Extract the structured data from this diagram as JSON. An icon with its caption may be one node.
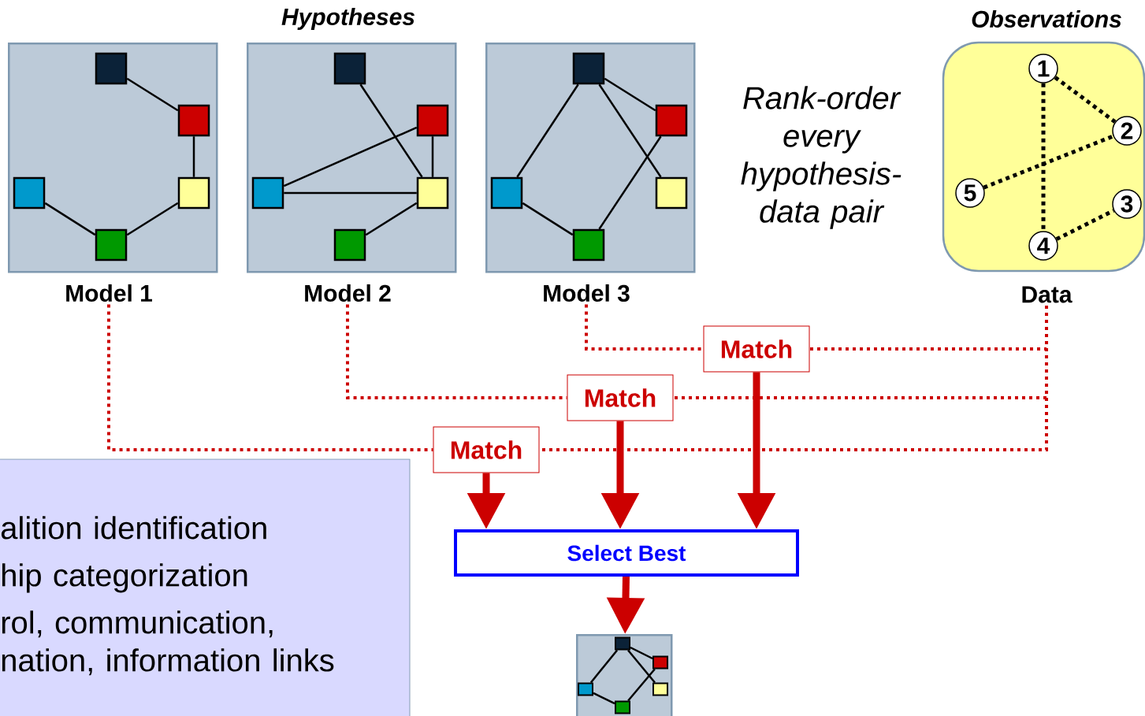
{
  "diagram": {
    "nodes": [
      {
        "text": [
          "Model 1"
        ]
      },
      {
        "text": [],
        "shape": "box",
        "in": 0
      },
      {
        "text": [],
        "shape": "box",
        "in": 0
      },
      {
        "text": [],
        "shape": "box",
        "in": 0
      },
      {
        "text": [],
        "shape": "box",
        "in": 0
      },
      {
        "text": [],
        "shape": "box",
        "in": 0
      },
      {
        "text": [
          "Model 2"
        ]
      },
      {
        "text": [],
        "shape": "box",
        "in": 6
      },
      {
        "text": [],
        "shape": "box",
        "in": 6
      },
      {
        "text": [],
        "shape": "box",
        "in": 6
      },
      {
        "text": [],
        "shape": "box",
        "in": 6
      },
      {
        "text": [],
        "shape": "box",
        "in": 6
      },
      {
        "text": [
          "Model 3"
        ]
      },
      {
        "text": [],
        "shape": "box",
        "in": 12
      },
      {
        "text": [],
        "shape": "box",
        "in": 12
      },
      {
        "text": [],
        "shape": "box",
        "in": 12
      },
      {
        "text": [],
        "shape": "box",
        "in": 12
      },
      {
        "text": [],
        "shape": "box",
        "in": 12
      },
      {
        "text": [
          "Data"
        ]
      },
      {
        "text": [
          "1"
        ],
        "in": 18
      },
      {
        "text": [
          "2"
        ],
        "in": 18
      },
      {
        "text": [
          "5"
        ],
        "in": 18
      },
      {
        "text": [
          "3"
        ],
        "in": 18
      },
      {
        "text": [
          "4"
        ],
        "in": 18
      },
      {
        "text": [
          "Match"
        ]
      },
      {
        "text": [
          "Match"
        ]
      },
      {
        "text": [
          "Match"
        ]
      },
      {
        "text": [
          "alition identification",
          "hip categorization",
          "rol, communication, nation, information links"
        ]
      },
      {
        "text": [
          "Select Best"
        ]
      },
      {
        "text": [],
        "shape": "box"
      },
      {
        "text": [],
        "shape": "box",
        "in": 29
      },
      {
        "text": [],
        "shape": "box",
        "in": 29
      },
      {
        "text": [],
        "shape": "box",
        "in": 29
      },
      {
        "text": [],
        "shape": "box",
        "in": 29
      },
      {
        "text": [],
        "shape": "box",
        "in": 29
      }
    ],
    "edges": [
      {
        "from": 1,
        "to": 2,
        "arrow": "none"
      },
      {
        "from": 2,
        "to": 4,
        "arrow": "none"
      },
      {
        "from": 4,
        "to": 5,
        "arrow": "none"
      },
      {
        "from": 5,
        "to": 3,
        "arrow": "none"
      },
      {
        "from": 7,
        "to": 10,
        "arrow": "none"
      },
      {
        "from": 8,
        "to": 9,
        "arrow": "none"
      },
      {
        "from": 9,
        "to": 10,
        "arrow": "none"
      },
      {
        "from": 8,
        "to": 10,
        "arrow": "none"
      },
      {
        "from": 10,
        "to": 11,
        "arrow": "none"
      },
      {
        "from": 13,
        "to": 15,
        "arrow": "none"
      },
      {
        "from": 13,
        "to": 14,
        "arrow": "none"
      },
      {
        "from": 13,
        "to": 16,
        "arrow": "none"
      },
      {
        "from": 14,
        "to": 17,
        "arrow": "none"
      },
      {
        "from": 15,
        "to": 17,
        "arrow": "none"
      },
      {
        "from": 19,
        "to": 20,
        "arrow": "none",
        "style": "dashed"
      },
      {
        "from": 19,
        "to": 23,
        "arrow": "none",
        "style": "dashed"
      },
      {
        "from": 21,
        "to": 20,
        "arrow": "none",
        "style": "dashed"
      },
      {
        "from": 23,
        "to": 22,
        "arrow": "none",
        "style": "dashed"
      },
      {
        "from": 0,
        "to": 26,
        "arrow": "none",
        "style": "dashed",
        "color": "#cc0000"
      },
      {
        "from": 18,
        "to": 26,
        "arrow": "none",
        "style": "dashed",
        "color": "#cc0000"
      },
      {
        "from": 6,
        "to": 25,
        "arrow": "none",
        "style": "dashed",
        "color": "#cc0000"
      },
      {
        "from": 18,
        "to": 25,
        "arrow": "none",
        "style": "dashed",
        "color": "#cc0000"
      },
      {
        "from": 12,
        "to": 24,
        "arrow": "none",
        "style": "dashed",
        "color": "#cc0000"
      },
      {
        "from": 18,
        "to": 24,
        "arrow": "none",
        "style": "dashed",
        "color": "#cc0000"
      },
      {
        "from": 26,
        "to": 28,
        "arrow": "to",
        "style": "thick",
        "color": "#cc0000"
      },
      {
        "from": 25,
        "to": 28,
        "arrow": "to",
        "style": "thick",
        "color": "#cc0000"
      },
      {
        "from": 24,
        "to": 28,
        "arrow": "to",
        "style": "thick",
        "color": "#cc0000"
      },
      {
        "from": 28,
        "to": 29,
        "arrow": "to",
        "style": "thick",
        "color": "#cc0000"
      },
      {
        "from": 30,
        "to": 32,
        "arrow": "none"
      },
      {
        "from": 30,
        "to": 31,
        "arrow": "none"
      },
      {
        "from": 30,
        "to": 33,
        "arrow": "none"
      },
      {
        "from": 31,
        "to": 34,
        "arrow": "none"
      },
      {
        "from": 32,
        "to": 34,
        "arrow": "none"
      }
    ],
    "labels": [
      "Hypotheses",
      "Observations",
      "Rank-order every hypothesis-data pair"
    ]
  }
}
